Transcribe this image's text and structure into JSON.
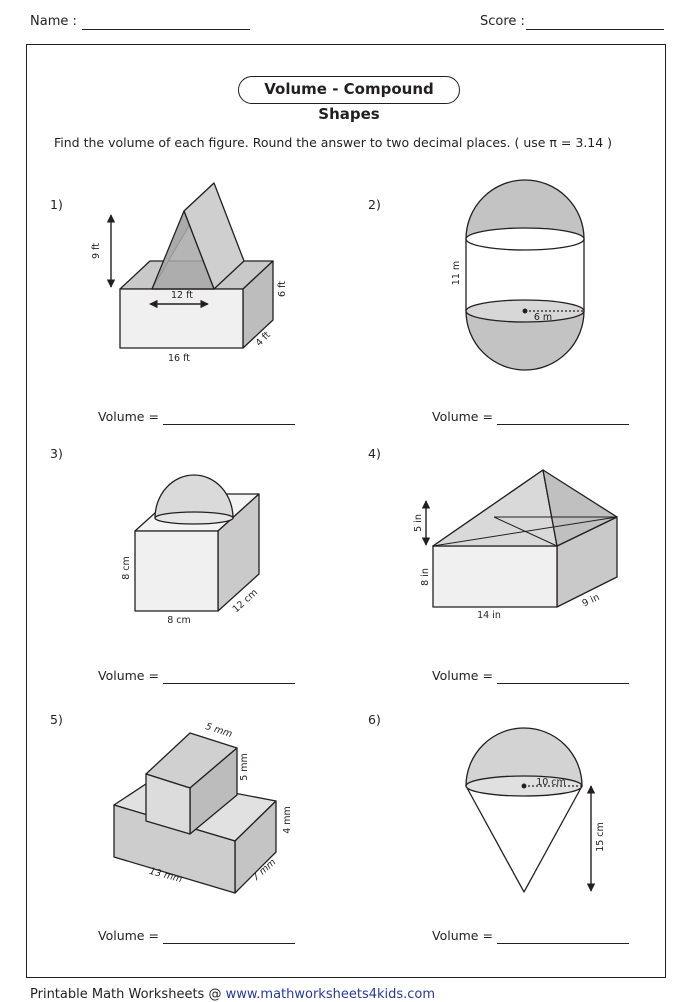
{
  "header": {
    "name_label": "Name :",
    "score_label": "Score :"
  },
  "worksheet": {
    "title": "Volume - Compound Shapes",
    "instructions": "Find the volume of each figure. Round the answer to two decimal places. ( use π = 3.14 )",
    "volume_label": "Volume ="
  },
  "problems": [
    {
      "number": "1)",
      "labels": {
        "height": "9 ft",
        "inner": "12 ft",
        "length": "16 ft",
        "depth": "4 ft",
        "box_height": "6 ft"
      }
    },
    {
      "number": "2)",
      "labels": {
        "height": "11 m",
        "radius": "6 m"
      }
    },
    {
      "number": "3)",
      "labels": {
        "height": "8 cm",
        "width": "8 cm",
        "depth": "12 cm"
      }
    },
    {
      "number": "4)",
      "labels": {
        "roof_height": "5 in",
        "height": "8 in",
        "length": "14 in",
        "depth": "9 in"
      }
    },
    {
      "number": "5)",
      "labels": {
        "top_width": "5 mm",
        "top_height": "5 mm",
        "base_height": "4 mm",
        "length": "13 mm",
        "depth": "7 mm"
      }
    },
    {
      "number": "6)",
      "labels": {
        "radius": "10 cm",
        "height": "15 cm"
      }
    }
  ],
  "footer": {
    "text": "Printable Math Worksheets @ ",
    "url": "www.mathworksheets4kids.com"
  }
}
